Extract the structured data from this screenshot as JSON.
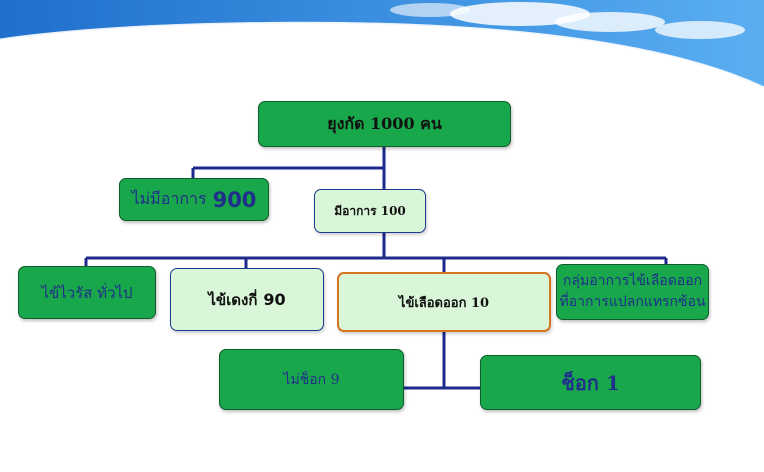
{
  "nodes": {
    "root": "ยุงกัด 1000 คน",
    "no_symptoms_text": "ไม่มีอาการ",
    "no_symptoms_number": "900",
    "symptoms": "มีอาการ 100",
    "viral_fever": "ไข้ไวรัส ทั่วไป",
    "dengue_fever_text": "ไข้เดงกี่",
    "dengue_fever_number": "90",
    "dhf": "ไข้เลือดออก 10",
    "unusual_line1": "กลุ่มอาการไข้เลือดออก",
    "unusual_line2": "ที่อาการแปลกแทรกซ้อน",
    "no_shock": "ไม่ช็อก 9",
    "shock": "ช็อก 1"
  },
  "colors": {
    "node_green": "#18a74a",
    "node_pale": "#d9f6d9",
    "connector_navy": "#1d2a8c",
    "highlight_orange": "#d9741f",
    "text_navy": "#1f2f8a"
  }
}
